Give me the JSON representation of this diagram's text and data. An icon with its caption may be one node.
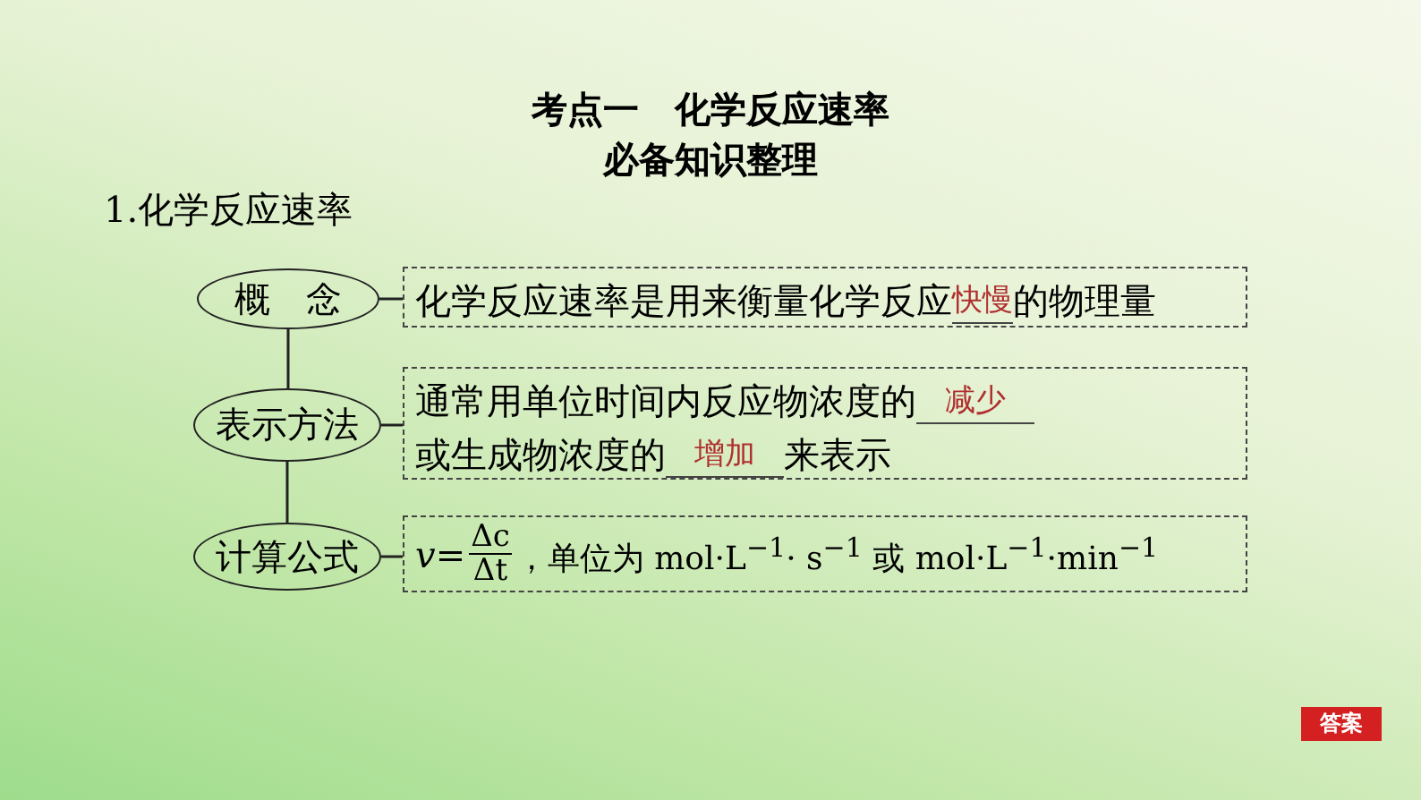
{
  "diagram": {
    "title": "考点一　化学反应速率",
    "nodes": [
      {
        "text": [
          "概　念"
        ]
      },
      {
        "text": [
          "化学反应速率是用来衡量化学反应",
          "快慢",
          "的物理量"
        ]
      },
      {
        "text": [
          "表示方法"
        ]
      },
      {
        "text": [
          "通常用单位时间内反应物浓度的",
          "减少",
          "或生成物浓度的",
          "增加",
          "来表示"
        ]
      },
      {
        "text": [
          "计算公式"
        ]
      },
      {
        "text": [
          "*v*=",
          "Δc",
          "Δt",
          "，单位为 mol·L$^{−1}$· s$^{−1}$ 或 mol·L$^{−1}$·min$^{−1}$"
        ]
      }
    ],
    "edges": [
      {
        "from": 0,
        "to": 1,
        "arrow": "none"
      },
      {
        "from": 2,
        "to": 3,
        "arrow": "none"
      },
      {
        "from": 4,
        "to": 5,
        "arrow": "none"
      },
      {
        "from": 0,
        "to": 2,
        "arrow": "none"
      },
      {
        "from": 2,
        "to": 4,
        "arrow": "none"
      }
    ],
    "labels": [
      "必备知识整理",
      "1.化学反应速率",
      "答案"
    ]
  }
}
